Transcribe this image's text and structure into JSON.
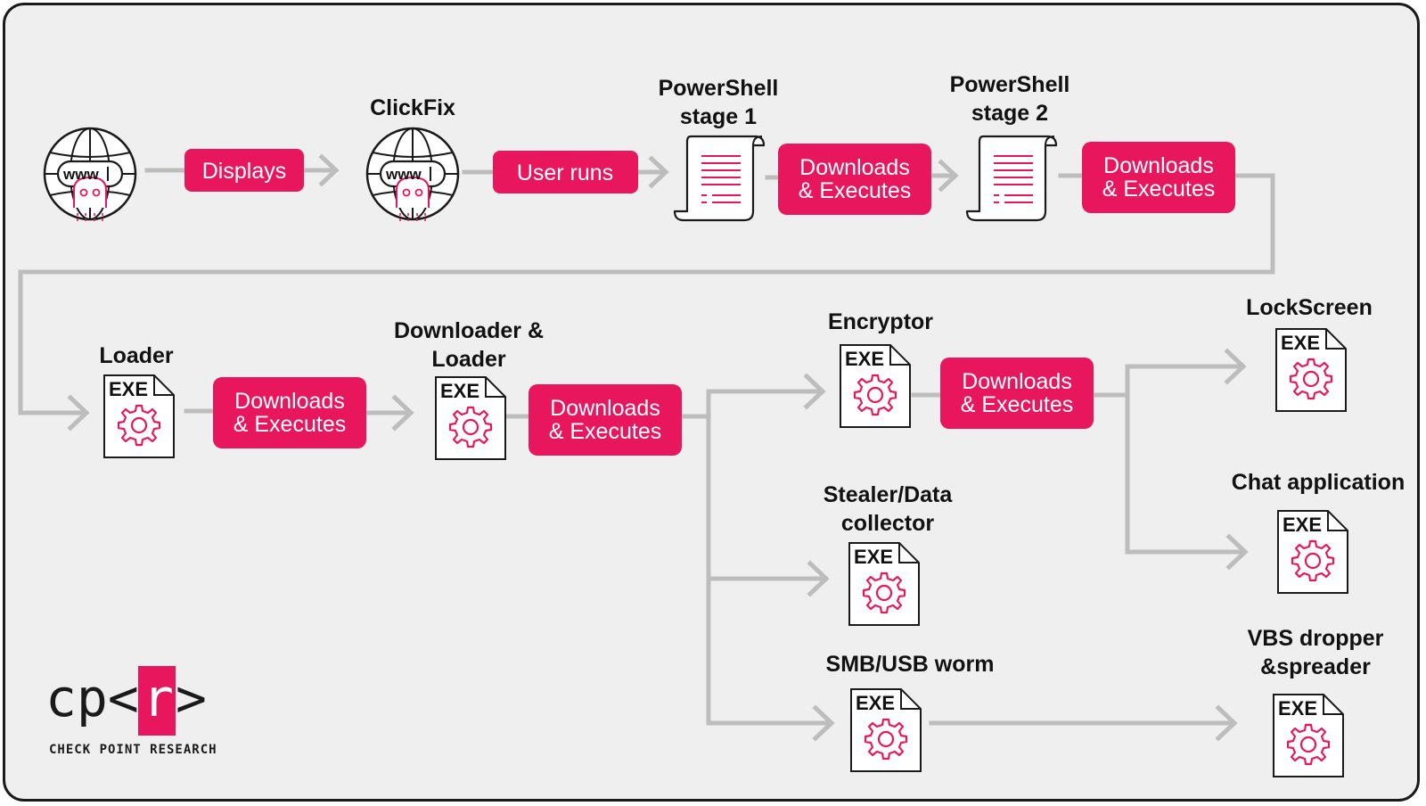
{
  "colors": {
    "accent": "#e8175d",
    "connector": "#bdbdbd",
    "background": "#efefef",
    "icon_stroke": "#1a1a1a"
  },
  "row1": {
    "site_www": "www",
    "clickfix_label": "ClickFix",
    "clickfix_www": "www",
    "ps1_label_line1": "PowerShell",
    "ps1_label_line2": "stage 1",
    "ps2_label_line1": "PowerShell",
    "ps2_label_line2": "stage 2",
    "action_displays": "Displays",
    "action_user_runs": "User runs",
    "action_ps1_line1": "Downloads",
    "action_ps1_line2": "& Executes",
    "action_ps2_line1": "Downloads",
    "action_ps2_line2": "& Executes"
  },
  "row2": {
    "loader_label": "Loader",
    "downloader_label_line1": "Downloader &",
    "downloader_label_line2": "Loader",
    "action_loader_line1": "Downloads",
    "action_loader_line2": "& Executes",
    "action_downloader_line1": "Downloads",
    "action_downloader_line2": "& Executes"
  },
  "branches": {
    "encryptor_label": "Encryptor",
    "action_encryptor_line1": "Downloads",
    "action_encryptor_line2": "& Executes",
    "stealer_label_line1": "Stealer/Data",
    "stealer_label_line2": "collector",
    "worm_label": "SMB/USB worm",
    "lockscreen_label": "LockScreen",
    "chat_label": "Chat application",
    "vbs_label_line1": "VBS dropper",
    "vbs_label_line2": "&spreader"
  },
  "file_type": "EXE",
  "logo": {
    "cp": "cp<",
    "r": "r",
    "close": ">",
    "subtitle": "CHECK POINT RESEARCH"
  }
}
